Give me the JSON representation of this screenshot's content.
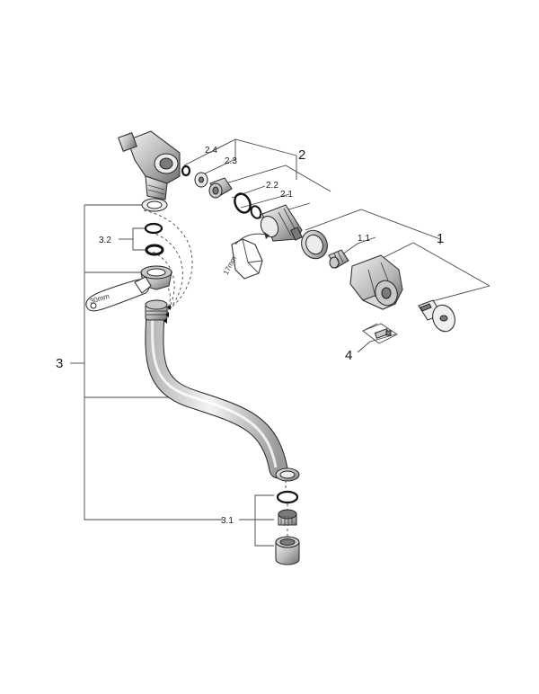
{
  "labels": {
    "part_1": "1",
    "part_1_1": "1.1",
    "part_2": "2",
    "part_2_1": "2.1",
    "part_2_2": "2.2",
    "part_2_3": "2.3",
    "part_2_4": "2.4",
    "part_3": "3",
    "part_3_1": "3.1",
    "part_3_2": "3.2",
    "part_4": "4"
  },
  "tools": {
    "hex_key": "17mm",
    "wrench": "30mm"
  }
}
